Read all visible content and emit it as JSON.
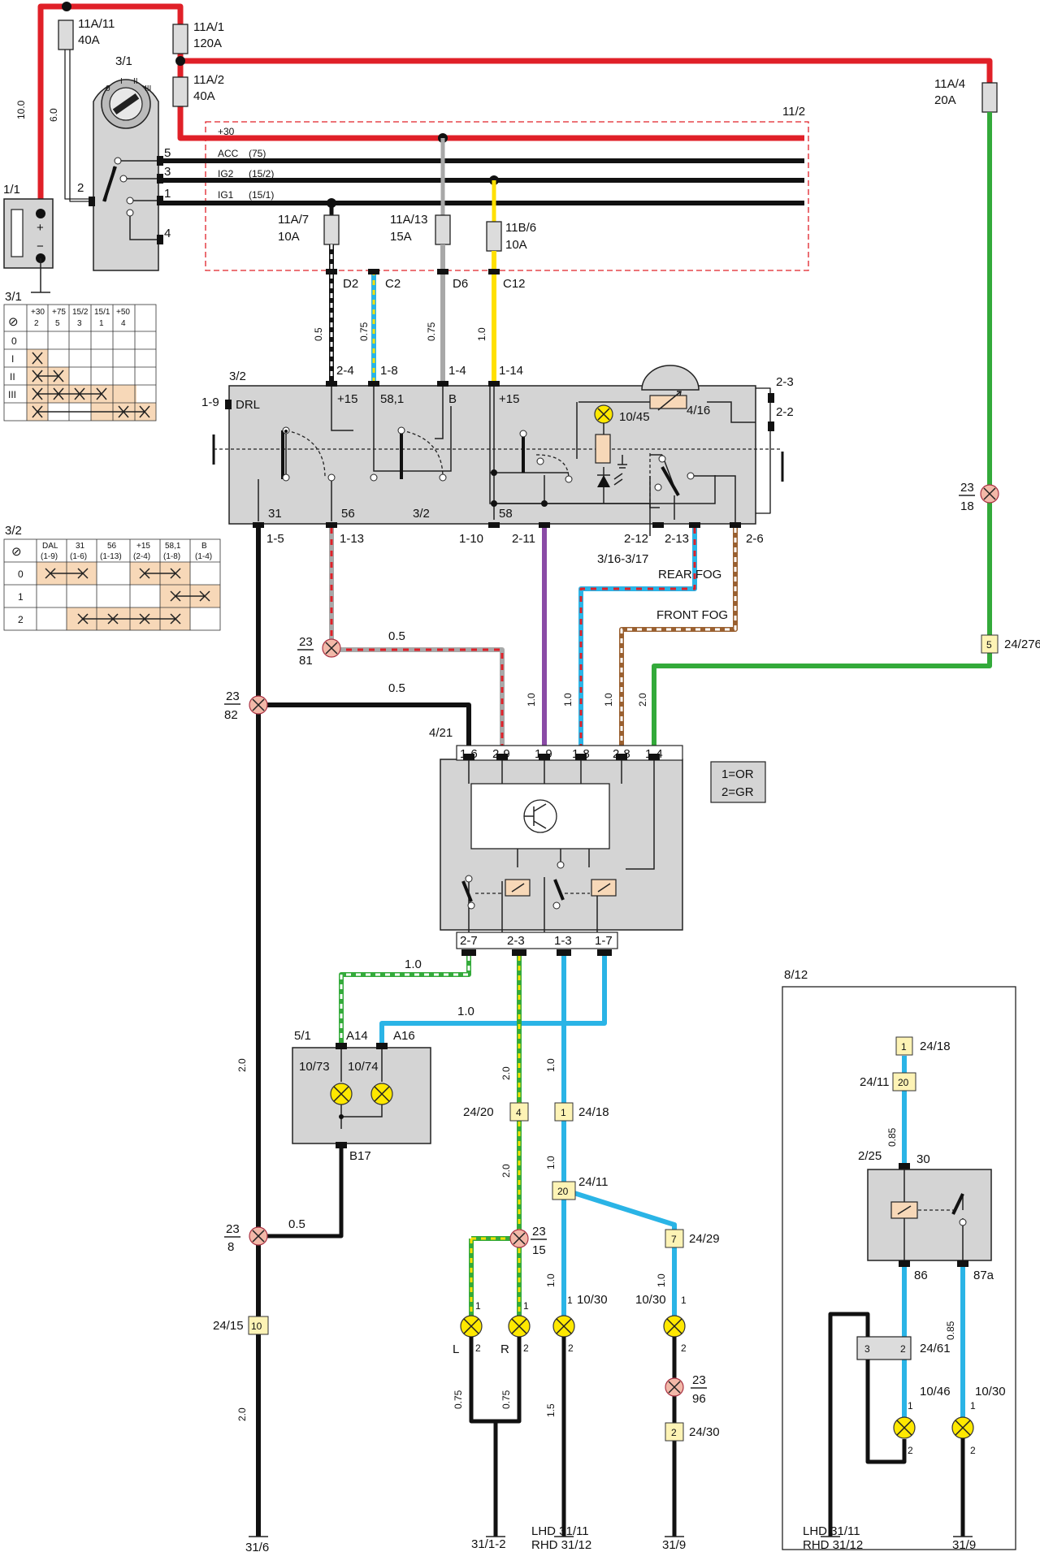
{
  "colors": {
    "red": "#e02028",
    "black": "#111111",
    "green": "#33aa3a",
    "yellow": "#ffe000",
    "grey": "#a8a8a8",
    "cyan": "#2ab4e6",
    "purple": "#8a4aa6",
    "brown": "#9a6030",
    "white": "#ffffff",
    "box_fill": "#d4d4d4",
    "connector_fill": "#fdf3b5",
    "lamp_fill": "#ffe800",
    "splice_fill": "#f2b8a8"
  },
  "fuses": {
    "f11a11": {
      "id": "11A/11",
      "rating": "40A"
    },
    "f11a1": {
      "id": "11A/1",
      "rating": "120A"
    },
    "f11a2": {
      "id": "11A/2",
      "rating": "40A"
    },
    "f11a4": {
      "id": "11A/4",
      "rating": "20A"
    },
    "f11a7": {
      "id": "11A/7",
      "rating": "10A"
    },
    "f11a13": {
      "id": "11A/13",
      "rating": "15A"
    },
    "f11b6": {
      "id": "11B/6",
      "rating": "10A"
    }
  },
  "components": {
    "battery": "1/1",
    "ignition_switch": "3/1",
    "fusebox": "11/2",
    "light_switch": "3/2",
    "relay_module": "4/21",
    "fog_cluster": "5/1",
    "relay_box": "8/12",
    "fog_relay": "2/25",
    "fog_switch": "3/16-3/17",
    "drl_label": "DRL",
    "pot": "4/16",
    "indicator_lamp": "10/45",
    "rear_fog_label": "REAR FOG",
    "front_fog_label": "FRONT FOG",
    "legend1": "1=OR",
    "legend2": "2=GR"
  },
  "battery_signs": {
    "plus": "+",
    "minus": "−"
  },
  "wire_gauges": {
    "batt_10": "10.0",
    "batt_6": "6.0",
    "g_05": "0.5",
    "g_075": "0.75",
    "g_10": "1.0",
    "g_15": "1.5",
    "g_20": "2.0",
    "g_085": "0.85"
  },
  "buses": {
    "b30": "+30",
    "acc": "ACC",
    "acc_n": "(75)",
    "ig2": "IG2",
    "ig2_n": "(15/2)",
    "ig1": "IG1",
    "ig1_n": "(15/1)"
  },
  "ign_pins": {
    "p5": "5",
    "p3": "3",
    "p1": "1",
    "p4": "4",
    "p2": "2"
  },
  "ign_positions": {
    "p0": "0",
    "pI": "I",
    "pII": "II",
    "pIII": "III"
  },
  "fusebox_pins": {
    "d2": "D2",
    "c2": "C2",
    "d6": "D6",
    "c12": "C12"
  },
  "switch_pins": {
    "p24": "2-4",
    "p18": "1-8",
    "p14": "1-4",
    "p114": "1-14",
    "p19": "1-9",
    "p23": "2-3",
    "p22": "2-2",
    "p15": "1-5",
    "p113": "1-13",
    "p110": "1-10",
    "p211": "2-11",
    "p212": "2-12",
    "p213": "2-13",
    "p26": "2-6",
    "t15a": "+15",
    "t581": "58,1",
    "tB": "B",
    "t15b": "+15",
    "t31": "31",
    "t56": "56",
    "t32": "3/2",
    "t58": "58"
  },
  "module_pins": {
    "p16": "1-6",
    "p29": "2-9",
    "p19": "1-9",
    "p18": "1-8",
    "p28": "2-8",
    "p14": "1-4",
    "p27": "2-7",
    "p23": "2-3",
    "p13": "1-3",
    "p17": "1-7"
  },
  "cluster_pins": {
    "a14": "A14",
    "a16": "A16",
    "b17": "B17",
    "l73": "10/73",
    "l74": "10/74"
  },
  "splices": {
    "s1": [
      "23",
      "18"
    ],
    "s2": [
      "23",
      "81"
    ],
    "s3": [
      "23",
      "82"
    ],
    "s4": [
      "23",
      "8"
    ],
    "s5": [
      "23",
      "15"
    ],
    "s6": [
      "23",
      "96"
    ]
  },
  "connectors": {
    "c24276": {
      "pin": "5",
      "id": "24/276"
    },
    "c2420": {
      "pin": "4",
      "id": "24/20"
    },
    "c2418": {
      "pin": "1",
      "id": "24/18"
    },
    "c2411": {
      "pin": "20",
      "id": "24/11"
    },
    "c2429": {
      "pin": "7",
      "id": "24/29"
    },
    "c2415": {
      "pin": "10",
      "id": "24/15"
    },
    "c2430": {
      "pin": "2",
      "id": "24/30"
    },
    "r2418": {
      "pin": "1",
      "id": "24/18"
    },
    "r2411": {
      "pin": "20",
      "id": "24/11"
    },
    "r2461": {
      "pin3": "3",
      "pin2": "2",
      "id": "24/61"
    }
  },
  "lamps": {
    "fogL": {
      "side": "L",
      "pin1": "1",
      "pin2": "2"
    },
    "fogR": {
      "side": "R",
      "pin1": "1",
      "pin2": "2"
    },
    "rear1": {
      "id": "10/30",
      "pin1": "1",
      "pin2": "2"
    },
    "rear2": {
      "id": "10/30",
      "pin1": "1",
      "pin2": "2"
    },
    "relay1": {
      "id": "10/46",
      "pin1": "1",
      "pin2": "2"
    },
    "relay2": {
      "id": "10/30",
      "pin1": "1",
      "pin2": "2"
    }
  },
  "relay_pins": {
    "p30": "30",
    "p86": "86",
    "p87a": "87a"
  },
  "grounds": {
    "g316": "31/6",
    "g3112": "31/1-2",
    "lhd": "LHD 31/11",
    "rhd": "RHD 31/12",
    "g319": "31/9",
    "r_lhd": "LHD 31/11",
    "r_rhd": "RHD 31/12",
    "r_319": "31/9"
  },
  "table_3_1": {
    "title": "3/1",
    "headers": [
      [
        "+30",
        "2"
      ],
      [
        "+75",
        "5"
      ],
      [
        "15/2",
        "3"
      ],
      [
        "15/1",
        "1"
      ],
      [
        "+50",
        "4"
      ]
    ],
    "rows": [
      "0",
      "I",
      "II",
      "III"
    ],
    "symbol": "⊘"
  },
  "table_3_2": {
    "title": "3/2",
    "headers": [
      [
        "DAL",
        "(1-9)"
      ],
      [
        "31",
        "(1-6)"
      ],
      [
        "56",
        "(1-13)"
      ],
      [
        "+15",
        "(2-4)"
      ],
      [
        "58,1",
        "(1-8)"
      ],
      [
        "B",
        "(1-4)"
      ]
    ],
    "rows": [
      "0",
      "1",
      "2"
    ],
    "symbol": "⊘"
  }
}
